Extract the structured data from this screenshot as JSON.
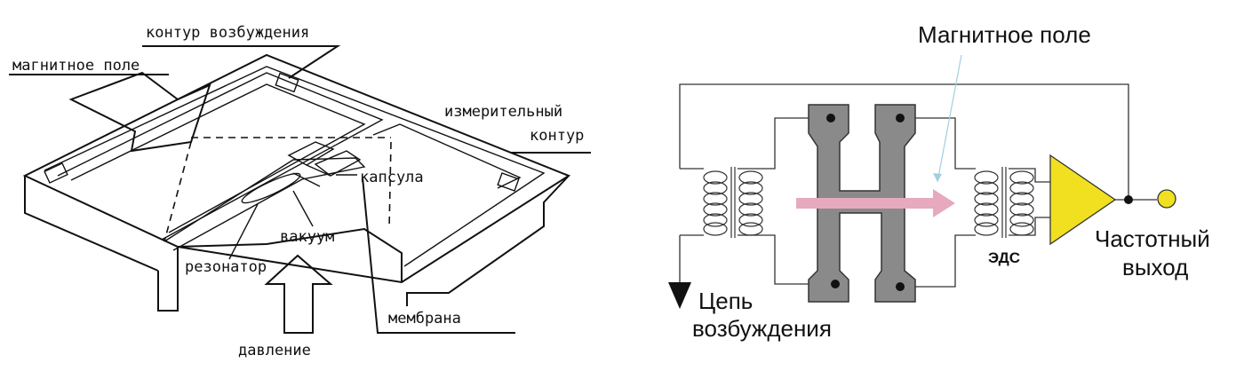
{
  "left_diagram": {
    "labels": {
      "excitation_circuit": "контур возбуждения",
      "magnetic_field": "магнитное поле",
      "measuring_circuit_line1": "измерительный",
      "measuring_circuit_line2": "контур",
      "capsule": "капсула",
      "vacuum": "вакуум",
      "resonator": "резонатор",
      "membrane": "мембрана",
      "pressure": "давление"
    }
  },
  "right_diagram": {
    "labels": {
      "magnetic_field": "Магнитное поле",
      "excitation_circuit_line1": "Цепь",
      "excitation_circuit_line2": "возбуждения",
      "emf": "ЭДС",
      "frequency_output_line1": "Частотный",
      "frequency_output_line2": "выход"
    },
    "colors": {
      "resonator_fill": "#8a8a8a",
      "field_arrow": "#e6a9bd",
      "amplifier_fill": "#f0e020",
      "output_node": "#f0e020"
    }
  }
}
